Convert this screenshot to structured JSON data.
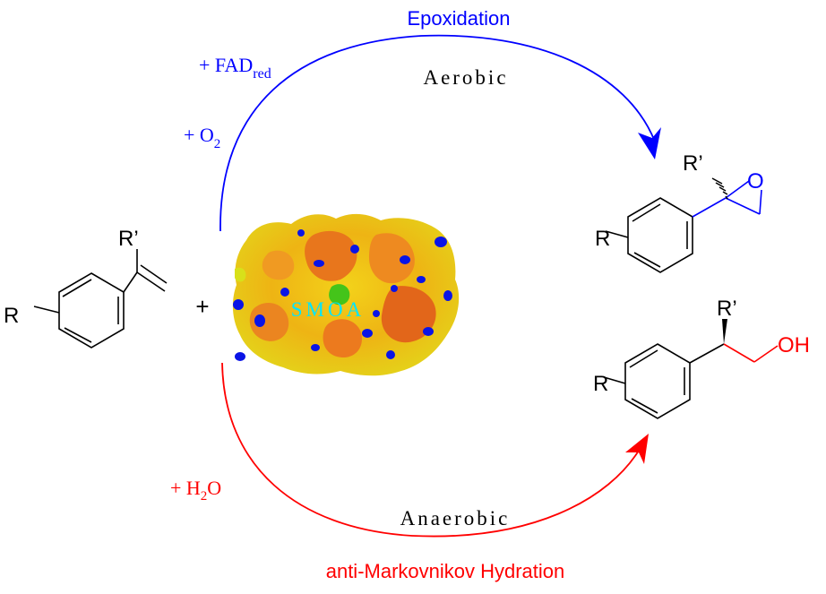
{
  "colors": {
    "blue": "#0000ff",
    "red": "#ff0000",
    "black": "#000000",
    "cyan": "#00e5ff"
  },
  "labels": {
    "epoxidation": "Epoxidation",
    "aerobic": "Aerobic",
    "fad_prefix": "+ FAD",
    "fad_sub": "red",
    "o2_prefix": "+ O",
    "o2_sub": "2",
    "h2o_prefix": "+ H",
    "h2o_sub": "2",
    "h2o_suffix": "O",
    "anaerobic": "Anaerobic",
    "hydration": "anti-Markovnikov Hydration",
    "plus": "+",
    "enzyme": "SMOA"
  },
  "chem": {
    "r": "R",
    "r_prime": "R’",
    "oxygen": "O",
    "hydroxyl": "OH"
  }
}
